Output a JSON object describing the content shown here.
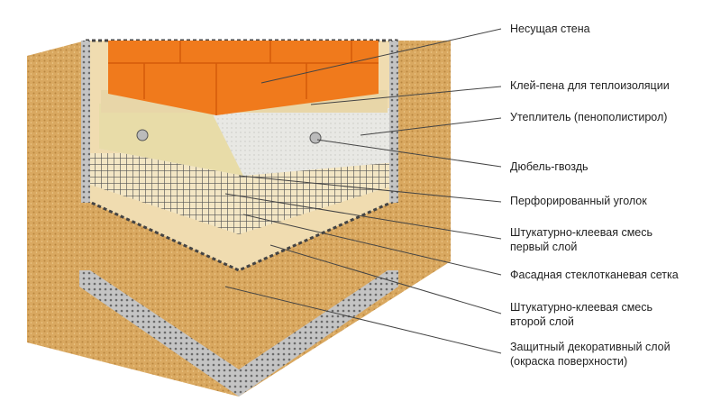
{
  "labels": [
    {
      "text": "Несущая стена"
    },
    {
      "text": "Клей-пена для теплоизоляции"
    },
    {
      "text": "Утеплитель (пенополистирол)"
    },
    {
      "text": "Дюбель-гвоздь"
    },
    {
      "text": "Перфорированный уголок"
    },
    {
      "text": "Штукатурно-клеевая смесь",
      "text2": "первый слой"
    },
    {
      "text": "Фасадная стеклотканевая сетка"
    },
    {
      "text": "Штукатурно-клеевая смесь",
      "text2": "второй слой"
    },
    {
      "text": "Защитный декоративный слой",
      "text2": "(окраска поверхности)"
    }
  ],
  "colors": {
    "stucco": "#d9a860",
    "brick": "#f07a1c",
    "glue": "#e8d6a8",
    "insulation": "#e6e6e2",
    "mesh": "#555555",
    "plaster": "#f0dcb0",
    "corner": "#b8b8b8",
    "leader": "#444444"
  }
}
